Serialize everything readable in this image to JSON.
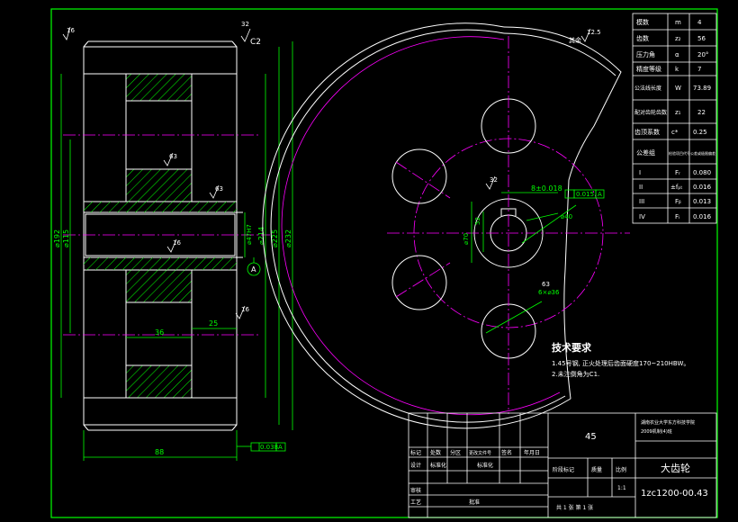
{
  "colors": {
    "bg": "#000000",
    "frame": "#00ff00",
    "outline": "#ffffff",
    "centerline": "#ff00ff",
    "dimension": "#00ff00",
    "text": "#ffffff",
    "hatch": "#00ff00",
    "table_line": "#ffffff"
  },
  "left_view": {
    "roughness_top_left": "16",
    "roughness_top_right": "32",
    "chamfer_right": "C2",
    "roughness_mid_1": "63",
    "roughness_mid_2": "63",
    "roughness_bore": "16",
    "roughness_lower": "16",
    "dim_od_192": "⌀192",
    "dim_bore_115": "⌀115",
    "dim_bore_fit": "⌀47H7",
    "dim_214": "⌀214",
    "dim_225": "⌀225",
    "dim_232": "⌀232",
    "dim_hub_36": "36",
    "dim_25": "25",
    "dim_width_88": "88",
    "datum_label": "A",
    "runout_value": "0.038",
    "runout_datum": "A"
  },
  "right_view": {
    "roughness_top": "12.5",
    "roughness_top_note": "其余",
    "roughness_keyway": "32",
    "dim_keyway_width": "8±0.018",
    "tolerance_value": "0.015",
    "tolerance_datum": "A",
    "dim_keyway_depth": "52",
    "dim_bore": "⌀40",
    "dim_rim": "⌀70",
    "dim_hole_circle": "6×⌀36",
    "roughness_hole": "63"
  },
  "tech_requirements": {
    "title": "技术要求",
    "lines": [
      "1.45号钢, 正火处理后齿面硬度170~210HBW。",
      "2.未注倒角为C1."
    ]
  },
  "param_table": {
    "rows": [
      {
        "name": "模数",
        "sym": "m",
        "val": "4"
      },
      {
        "name": "齿数",
        "sym": "z₂",
        "val": "56"
      },
      {
        "name": "压力角",
        "sym": "α",
        "val": "20°"
      },
      {
        "name": "精度等级",
        "sym": "k",
        "val": "7"
      },
      {
        "name": "公法线长度",
        "sym": "W",
        "val": "73.89"
      },
      {
        "name": "配对齿轮齿数",
        "sym": "z₁",
        "val": "22"
      },
      {
        "name": "齿顶系数",
        "sym": "c*",
        "val": "0.25"
      },
      {
        "name": "公差组",
        "sym": "检验项目代号",
        "val": "公差或极限偏差"
      },
      {
        "name": "I",
        "sym": "Fᵣ",
        "val": "0.080"
      },
      {
        "name": "II",
        "sym": "±fₚₜ",
        "val": "0.016"
      },
      {
        "name": "III",
        "sym": "Fᵦ",
        "val": "0.013"
      },
      {
        "name": "IV",
        "sym": "Fᵢ",
        "val": "0.016"
      }
    ]
  },
  "title_block": {
    "material": "45",
    "school": "湖南农业大学东方科技学院",
    "class_name": "2009机制(4)班",
    "part_name": "大齿轮",
    "drawing_no": "1zc1200-00.43",
    "scale_label": "比例",
    "scale": "1:1",
    "weight_label": "质量",
    "stage_label": "阶段标记",
    "sheet_info": "共 1 张   第 1 张",
    "rev_headers": [
      "标记",
      "处数",
      "分区",
      "更改文件号",
      "签名",
      "年月日"
    ],
    "design_label": "设计",
    "std_label": "标准化",
    "std2_label": "标准化",
    "review_label": "审核",
    "process_label": "工艺",
    "approve_label": "批准"
  }
}
